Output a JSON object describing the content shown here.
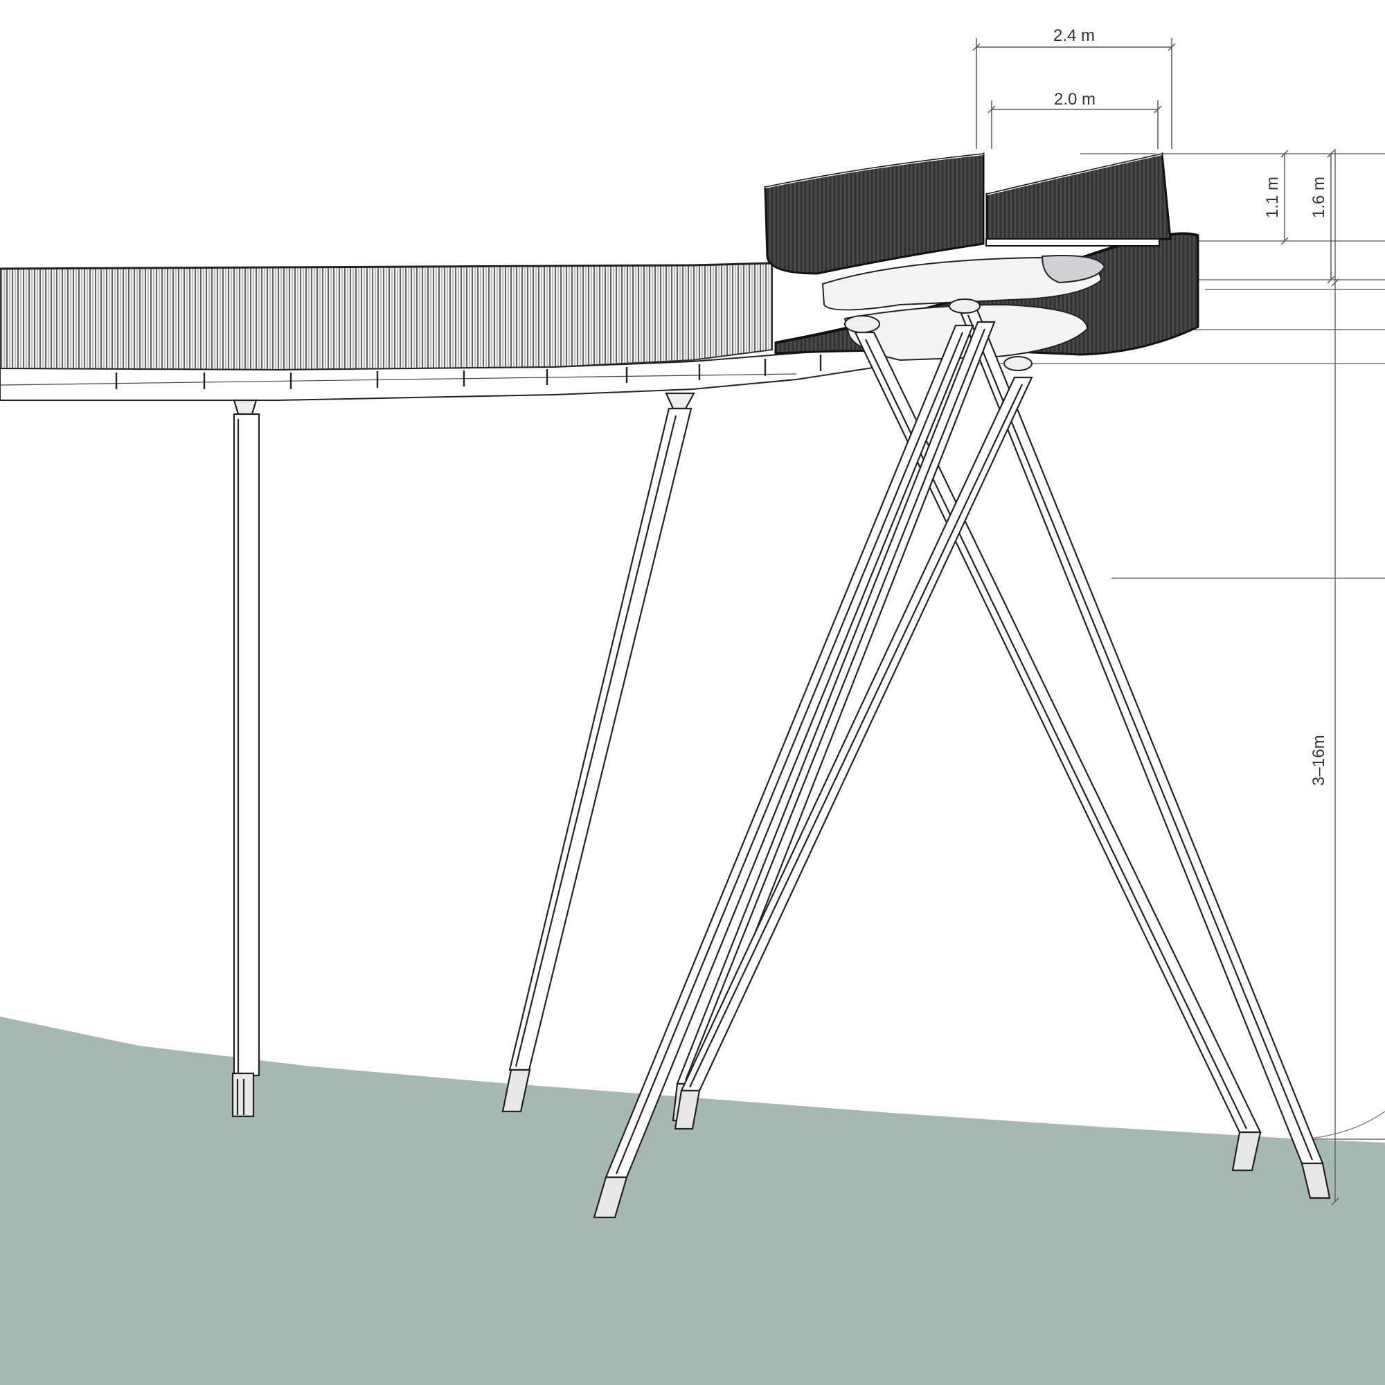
{
  "dimensions": {
    "width_outer": "2.4 m",
    "width_inner": "2.0 m",
    "railing_height": "1.1 m",
    "total_height": "1.6 m",
    "span_height": "3–16m"
  },
  "colors": {
    "ground": "#a6b9ae",
    "railing_dark": "#3a3a3a",
    "line": "#222222",
    "dim_line": "#555555"
  }
}
